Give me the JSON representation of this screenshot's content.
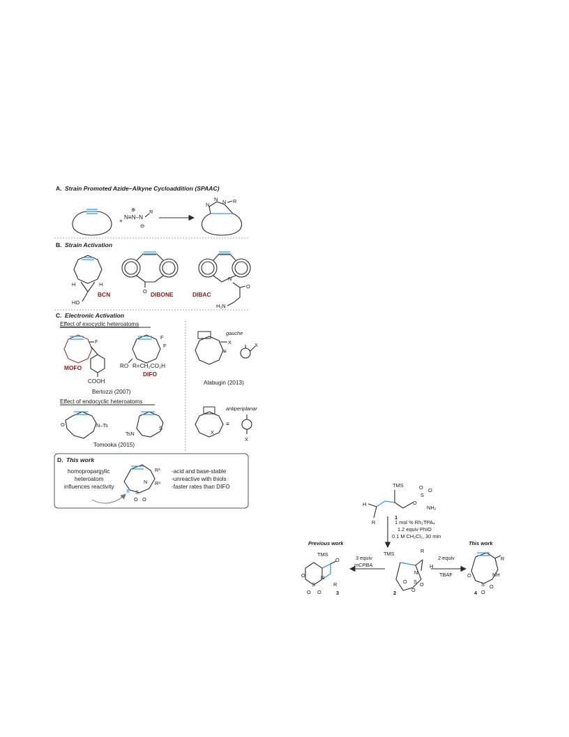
{
  "figure": {
    "sectionA": {
      "letter": "A.",
      "title": "Strain Promoted Azide–Alkyne Cycloaddition (SPAAC)",
      "azide_R": "R",
      "azide_N": "N",
      "plus": "+",
      "oplus": "⊕",
      "ominus": "⊖"
    },
    "sectionB": {
      "letter": "B.",
      "title": "Strain Activation",
      "bcn": "BCN",
      "dibone": "DIBONE",
      "dibac": "DIBAC",
      "ho": "HO",
      "h": "H",
      "o": "O",
      "n": "N",
      "h2n": "H₂N"
    },
    "sectionC": {
      "letter": "C.",
      "title": "Electronic Activation",
      "exo_heading": "Effect of exocyclic heteroatoms",
      "endo_heading": "Effect of endocyclic heteroatoms",
      "mofo": "MOFO",
      "difo": "DIFO",
      "cooh": "COOH",
      "difo_r": "R=CH₂CO₂H",
      "ro": "RO",
      "f": "F",
      "bertozzi": "Bertozzi (2007)",
      "alabugin": "Alabugin (2013)",
      "tomooka": "Tomooka (2015)",
      "gauche": "gauche",
      "antiperiplanar": "antiperiplanar",
      "x": "X",
      "nts": "N–Ts",
      "tsn": "TsN",
      "o": "O",
      "s": "S",
      "equiv": "≡"
    },
    "sectionD": {
      "letter": "D.",
      "title": "This work",
      "note1": "homopropargylic",
      "note2": "heteroatom",
      "note3": "influences reactivity",
      "prop1": "-acid and base-stable",
      "prop2": "-unreactive with thiols",
      "prop3": "-faster rates than DIFO",
      "r1": "R¹",
      "r2": "R²",
      "n": "N",
      "s": "S",
      "x": "X",
      "o": "O"
    },
    "scheme": {
      "tms": "TMS",
      "cmpd1": "1",
      "cmpd2": "2",
      "cmpd3": "3",
      "cmpd4": "4",
      "h": "H",
      "r": "R",
      "o": "O",
      "s": "S",
      "n": "N",
      "nh2": "NH₂",
      "nh": "NH",
      "cond1": "1 mol % Rh₂TPA₄",
      "cond2": "1.2 equiv PhIO",
      "cond3": "0.1 M CH₂Cl₂, 30 min",
      "previous_work": "Previous work",
      "this_work": "This work",
      "left_cond1": "3 equiv",
      "left_cond2": "mCPBA",
      "right_cond1": "2 equiv",
      "right_cond2": "TBAF"
    }
  }
}
